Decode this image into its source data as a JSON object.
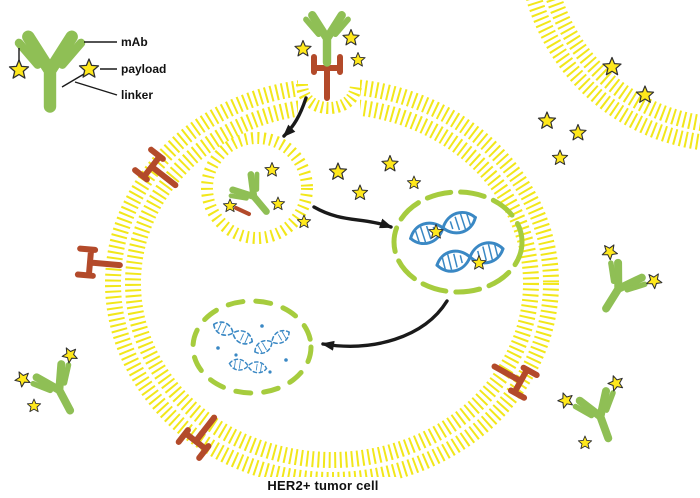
{
  "legend": {
    "items": [
      {
        "label": "mAb"
      },
      {
        "label": "payload"
      },
      {
        "label": "linker"
      }
    ]
  },
  "caption": {
    "text": "HER2+ tumor cell"
  },
  "colors": {
    "membrane": "#F2E71A",
    "antibody": "#8FBF55",
    "receptor": "#B34A2A",
    "nucleus": "#A6CC3E",
    "dna": "#3A88C4",
    "star-fill": "#FFE81C",
    "star-stroke": "#2F2F2F",
    "arrow": "#1A1A1A",
    "label-text": "#111111"
  }
}
